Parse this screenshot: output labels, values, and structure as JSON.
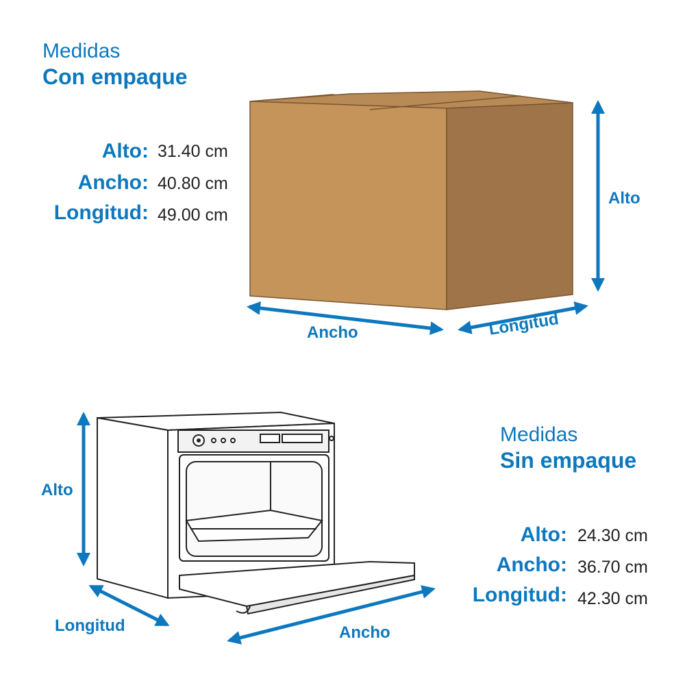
{
  "colors": {
    "accent": "#0d78bd",
    "box_front": "#c4945a",
    "box_side": "#9e7448",
    "box_top": "#b88a56",
    "text": "#222222"
  },
  "packaged": {
    "title_line1": "Medidas",
    "title_line2": "Con empaque",
    "rows": [
      {
        "label": "Alto:",
        "value": "31.40 cm"
      },
      {
        "label": "Ancho:",
        "value": "40.80 cm"
      },
      {
        "label": "Longitud:",
        "value": "49.00 cm"
      }
    ],
    "arrow_labels": {
      "height": "Alto",
      "width": "Ancho",
      "length": "Longitud"
    }
  },
  "unpackaged": {
    "title_line1": "Medidas",
    "title_line2": "Sin empaque",
    "rows": [
      {
        "label": "Alto:",
        "value": "24.30 cm"
      },
      {
        "label": "Ancho:",
        "value": "36.70 cm"
      },
      {
        "label": "Longitud:",
        "value": "42.30 cm"
      }
    ],
    "arrow_labels": {
      "height": "Alto",
      "width": "Ancho",
      "length": "Longitud"
    }
  },
  "icons": {
    "box": "cardboard-box-icon",
    "oven": "oven-icon"
  }
}
